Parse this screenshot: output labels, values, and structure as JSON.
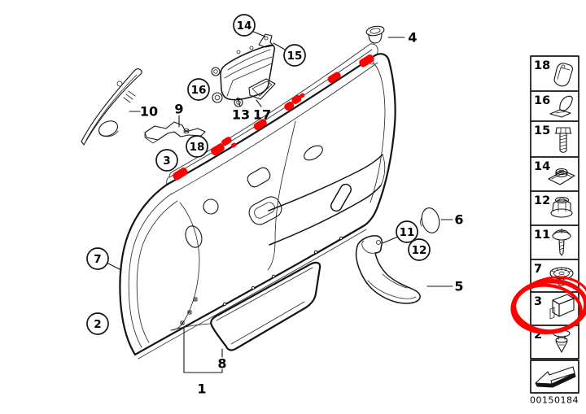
{
  "figure": {
    "type": "exploded-parts-diagram",
    "subject": "Front door interior trim panel and mounting hardware",
    "background_color": "#ffffff",
    "line_color": "#141414",
    "highlight_color": "#ff0000",
    "highlighted_item": "3"
  },
  "main": {
    "circled": {
      "c2": "2",
      "c3": "3",
      "c7": "7",
      "c11": "11",
      "c12": "12",
      "c14": "14",
      "c15": "15",
      "c16": "16",
      "c18": "18"
    },
    "plain": {
      "p1": "1",
      "p4": "4",
      "p5": "5",
      "p6": "6",
      "p8": "8",
      "p9": "9",
      "p10": "10",
      "p13": "13",
      "p17": "17"
    }
  },
  "sidebar": {
    "items": [
      {
        "label": "18",
        "icon": "wedge-clip-icon"
      },
      {
        "label": "16",
        "icon": "spring-clip-icon"
      },
      {
        "label": "15",
        "icon": "hex-bolt-icon"
      },
      {
        "label": "14",
        "icon": "cage-nut-icon"
      },
      {
        "label": "12",
        "icon": "flange-nut-icon"
      },
      {
        "label": "11",
        "icon": "washer-screw-icon"
      },
      {
        "label": "7",
        "icon": "rosette-clip-icon"
      },
      {
        "label": "3",
        "icon": "angle-bracket-icon",
        "highlighted": true
      },
      {
        "label": "2",
        "icon": "expanding-rivet-icon"
      }
    ],
    "direction_arrow": "front-left-arrow-icon",
    "part_number": "00150184"
  }
}
